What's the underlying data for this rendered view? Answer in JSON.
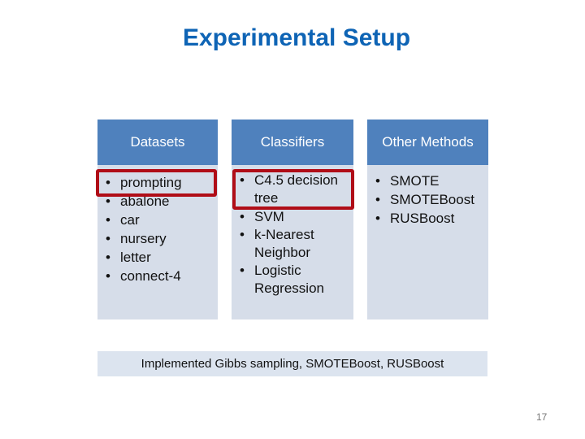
{
  "slide": {
    "title": "Experimental Setup",
    "page_number": "17",
    "accent_color": "#0e64b5",
    "header_color": "#4f81bd",
    "highlight_color": "#b00d17"
  },
  "columns": [
    {
      "header": "Datasets",
      "items": [
        "prompting",
        "abalone",
        "car",
        "nursery",
        "letter",
        "connect-4"
      ],
      "highlighted_item": "prompting"
    },
    {
      "header": "Classifiers",
      "items": [
        "C4.5 decision tree",
        "SVM",
        "k-Nearest Neighbor",
        "Logistic Regression"
      ],
      "highlighted_item": "C4.5 decision tree"
    },
    {
      "header": "Other Methods",
      "items": [
        "SMOTE",
        "SMOTEBoost",
        "RUSBoost"
      ]
    }
  ],
  "note": "Implemented Gibbs sampling, SMOTEBoost, RUSBoost"
}
